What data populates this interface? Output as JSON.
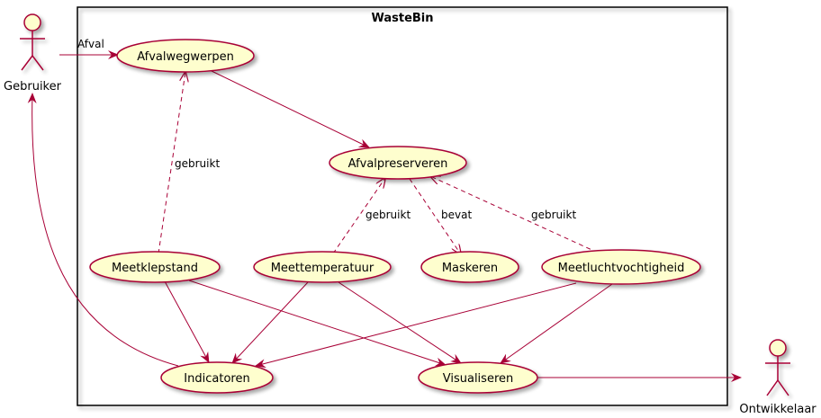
{
  "diagram": {
    "system_title": "WasteBin",
    "actors": {
      "user": "Gebruiker",
      "developer": "Ontwikkelaar"
    },
    "use_cases": {
      "afvalwegwerpen": "Afvalwegwerpen",
      "afvalpreserveren": "Afvalpreserveren",
      "meetklepstand": "Meetklepstand",
      "meettemperatuur": "Meettemperatuur",
      "maskeren": "Maskeren",
      "meetluchtvochtigheid": "Meetluchtvochtigheid",
      "indicatoren": "Indicatoren",
      "visualiseren": "Visualiseren"
    },
    "edge_labels": {
      "afval": "Afval",
      "gebruikt_klep": "gebruikt",
      "gebruikt_temp": "gebruikt",
      "bevat": "bevat",
      "gebruikt_lucht": "gebruikt"
    },
    "colors": {
      "ellipse_fill": "#FEFECE",
      "ellipse_stroke": "#A80036",
      "edge": "#A80036",
      "frame": "#000000"
    }
  }
}
